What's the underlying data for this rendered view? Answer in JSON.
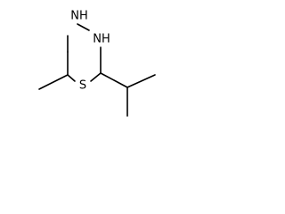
{
  "molecule": {
    "atom_labels": {
      "nh_top": "NH",
      "nh_right": "NH",
      "sulfur": "S"
    }
  }
}
